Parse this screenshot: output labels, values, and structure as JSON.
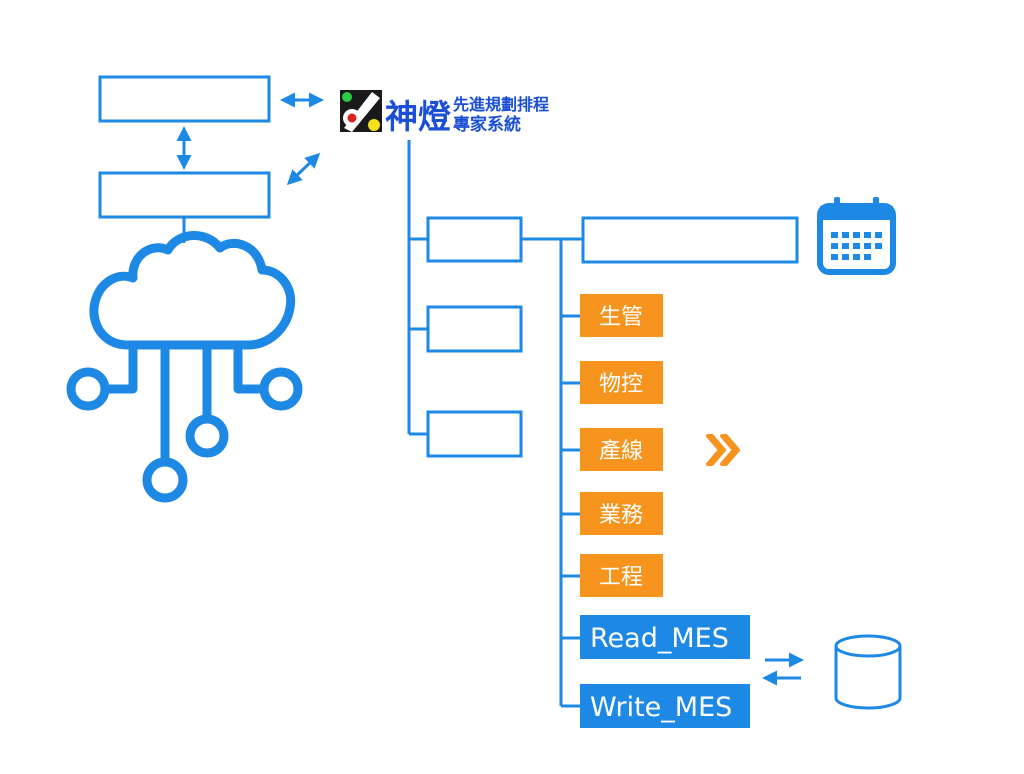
{
  "logo": {
    "title": "神燈",
    "subtitle_line1": "先進規劃排程",
    "subtitle_line2": "專家系統"
  },
  "departments": [
    {
      "label": "生管"
    },
    {
      "label": "物控"
    },
    {
      "label": "產線"
    },
    {
      "label": "業務"
    },
    {
      "label": "工程"
    }
  ],
  "mes": {
    "read_label": "Read_MES",
    "write_label": "Write_MES"
  },
  "colors": {
    "line": "#1e88e5",
    "department_fill": "#f7941d",
    "mes_fill": "#1e88e5",
    "logo_text": "#1a4fd6"
  },
  "icons": [
    "cloud-network-icon",
    "calendar-icon",
    "double-chevron-right-icon",
    "database-icon",
    "logo-icon"
  ]
}
